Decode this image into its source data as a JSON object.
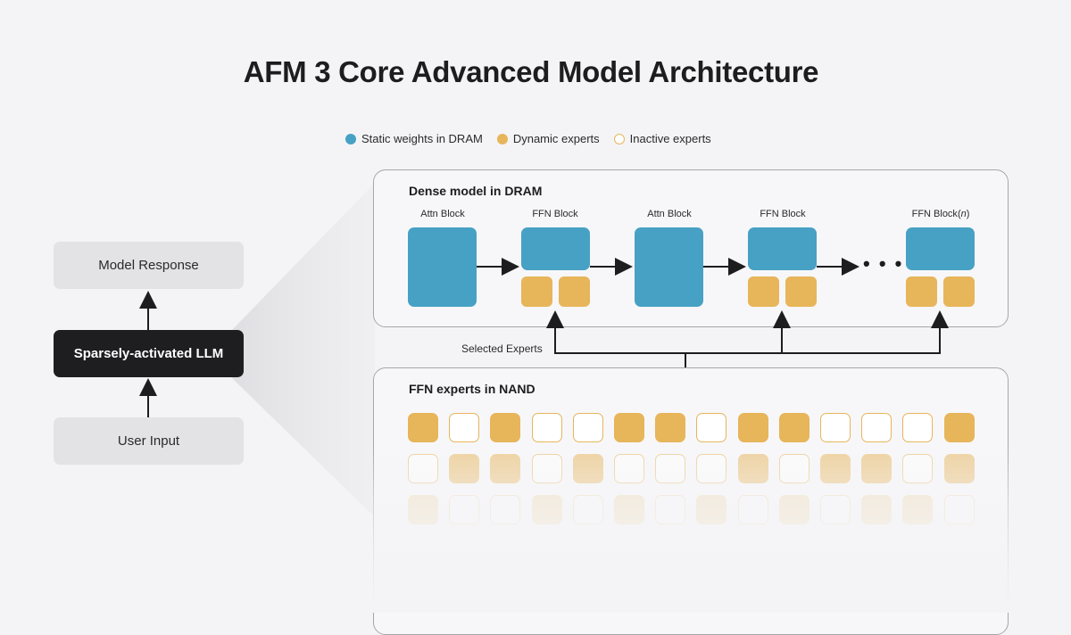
{
  "title": "AFM 3 Core Advanced Model Architecture",
  "legend": {
    "static": "Static weights in DRAM",
    "dynamic": "Dynamic experts",
    "inactive": "Inactive experts"
  },
  "flow": {
    "response": "Model Response",
    "llm": "Sparsely-activated LLM",
    "input": "User Input"
  },
  "dram": {
    "title": "Dense model in DRAM",
    "blocks": [
      "Attn Block",
      "FFN Block",
      "Attn Block",
      "FFN Block",
      "FFN Block"
    ],
    "last_suffix": "n",
    "ellipsis": "• • •"
  },
  "selected_label": "Selected Experts",
  "nand": {
    "title": "FFN experts in NAND",
    "rows": [
      [
        1,
        0,
        1,
        0,
        0,
        1,
        1,
        0,
        1,
        1,
        0,
        0,
        0,
        1
      ],
      [
        0,
        1,
        1,
        0,
        1,
        0,
        0,
        0,
        1,
        0,
        1,
        1,
        0,
        1
      ],
      [
        1,
        0,
        0,
        1,
        0,
        1,
        0,
        1,
        0,
        1,
        0,
        1,
        1,
        0
      ]
    ]
  },
  "colors": {
    "static": "#47a1c4",
    "dynamic": "#e7b55a",
    "dark": "#1e1e20"
  }
}
